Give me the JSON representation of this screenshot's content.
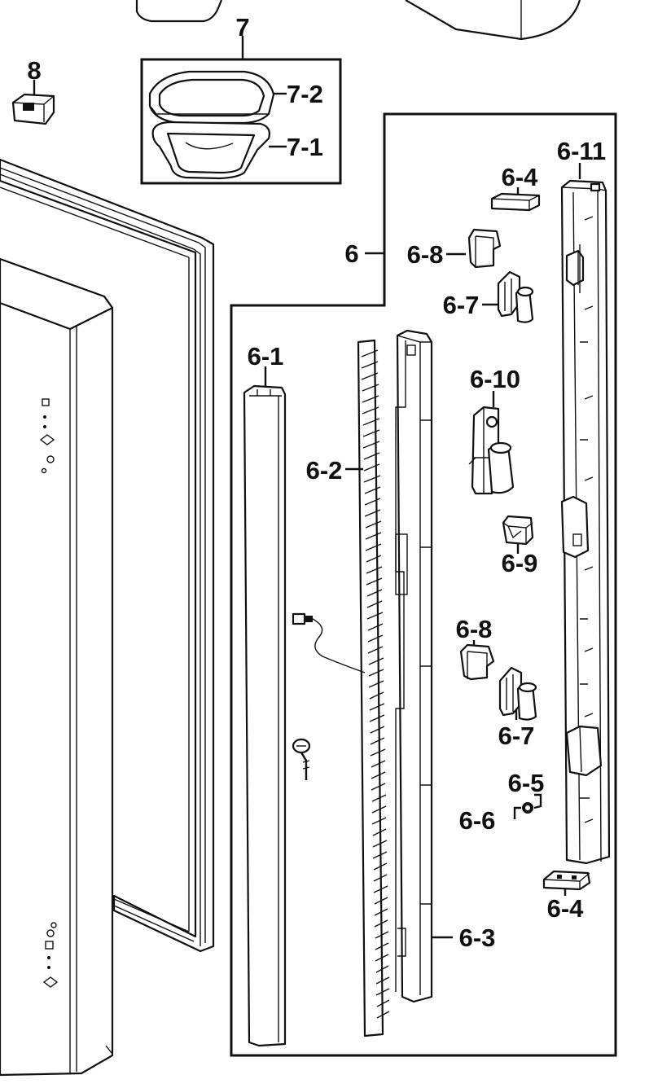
{
  "labels": {
    "l7": "7",
    "l7_2": "7-2",
    "l7_1": "7-1",
    "l8": "8",
    "l6": "6",
    "l6_11": "6-11",
    "l6_4_top": "6-4",
    "l6_8_top": "6-8",
    "l6_7_top": "6-7",
    "l6_1": "6-1",
    "l6_2": "6-2",
    "l6_10": "6-10",
    "l6_9": "6-9",
    "l6_8_bottom": "6-8",
    "l6_7_bottom": "6-7",
    "l6_5": "6-5",
    "l6_6": "6-6",
    "l6_4_bottom": "6-4",
    "l6_3": "6-3"
  },
  "colors": {
    "ink": "#111111",
    "paper": "#ffffff"
  }
}
